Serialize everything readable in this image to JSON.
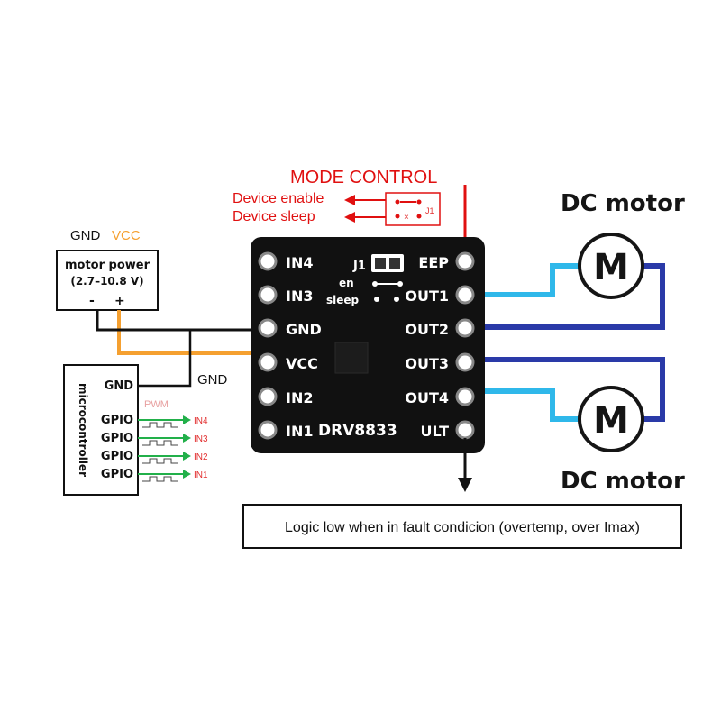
{
  "mode_control": {
    "title": "MODE CONTROL",
    "device_enable": "Device enable",
    "device_sleep": "Device sleep",
    "jumper_label": "J1"
  },
  "power": {
    "gnd_label": "GND",
    "vcc_label": "VCC",
    "box_title": "motor power",
    "box_range": "(2.7–10.8 V)",
    "minus": "-",
    "plus": "+"
  },
  "board": {
    "left_pins": [
      "IN4",
      "IN3",
      "GND",
      "VCC",
      "IN2",
      "IN1"
    ],
    "right_pins": [
      "EEP",
      "OUT1",
      "OUT2",
      "OUT3",
      "OUT4",
      "ULT"
    ],
    "chip_name": "DRV8833",
    "jumper_label": "J1",
    "en_label": "en",
    "sleep_label": "sleep"
  },
  "gnd_wire_label": "GND",
  "microcontroller": {
    "vertical_label": "microcontroller",
    "gnd": "GND",
    "pwm": "PWM",
    "gpio": [
      "GPIO",
      "GPIO",
      "GPIO",
      "GPIO"
    ],
    "inputs": [
      "IN4",
      "IN3",
      "IN2",
      "IN1"
    ]
  },
  "motors": {
    "top_label": "DC motor",
    "bottom_label": "DC motor",
    "symbol": "M"
  },
  "fault_note": "Logic low when in fault condicion (overtemp, over Imax)",
  "colors": {
    "red": "#e01010",
    "orange": "#f5a030",
    "light_blue": "#2fb8ea",
    "dark_blue": "#2a3aa8",
    "green": "#22b04a",
    "pcb": "#111111"
  }
}
